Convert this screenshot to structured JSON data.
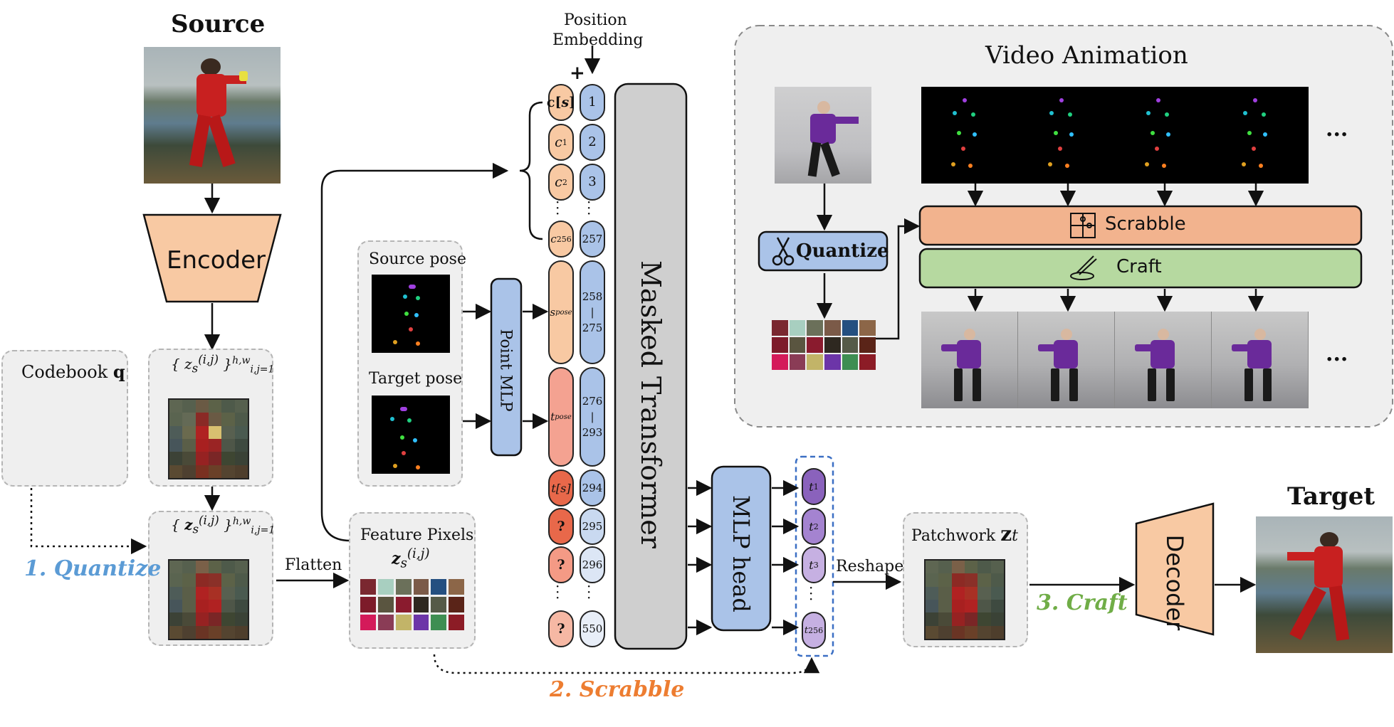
{
  "labels": {
    "source": "Source",
    "target": "Target",
    "encoder": "Encoder",
    "decoder": "Decoder",
    "codebook": "Codebook",
    "codebook_symbol": "q",
    "quantize_step": "1. Quantize",
    "scrabble_step": "2. Scrabble",
    "craft_step": "3. Craft",
    "flatten": "Flatten",
    "reshape": "Reshape",
    "feature_pixels": "Feature Pixels",
    "patchwork": "Patchwork",
    "source_pose": "Source pose",
    "target_pose": "Target pose",
    "point_mlp": "Point MLP",
    "position_embedding_1": "Position",
    "position_embedding_2": "Embedding",
    "plus": "+",
    "masked_transformer": "Masked Transformer",
    "mlp_head": "MLP head",
    "video_animation": "Video Animation",
    "quantize_button": "Quantize",
    "scrabble_button": "Scrabble",
    "craft_button": "Craft",
    "ellipsis": "..."
  },
  "tokens": {
    "content": [
      "c[s]",
      "c1",
      "c2",
      "c256"
    ],
    "pose": [
      "spose",
      "tpose"
    ],
    "target": [
      "t[s]",
      "?",
      "?",
      "?"
    ],
    "outputs": [
      "t1",
      "t2",
      "t3",
      "t256"
    ]
  },
  "positions": [
    "1",
    "2",
    "3",
    "257",
    "258 | 275",
    "276 | 293",
    "294",
    "295",
    "296",
    "550"
  ],
  "colors": {
    "content_token": "#f8c9a3",
    "pose_token_s": "#f8c9a3",
    "pose_token_t": "#f4a291",
    "target_token": "#e8684a",
    "position": "#aac3e8",
    "transformer": "#cfcfcf",
    "mlp": "#aac3e8",
    "output_token": "#9b78c8",
    "scrabble_bar": "#f2b38e",
    "craft_bar": "#b6d9a0",
    "encoder": "#f8c9a3",
    "quantize_blue": "#5b9bd5",
    "scrabble_orange": "#ed7d31",
    "craft_green": "#70ad47"
  },
  "feature_pixel_colors": [
    "#7a2830",
    "#a8cfc0",
    "#6b705a",
    "#7b5a48",
    "#244f80",
    "#8c6648",
    "#7d1b2a",
    "#5a5540",
    "#8a1b2e",
    "#2e2820",
    "#555a48",
    "#5a2418",
    "#d41a5a",
    "#8a3c56",
    "#c2b468",
    "#6c35a8",
    "#3e8e52",
    "#8c1c26"
  ],
  "icons": [
    "database-icon",
    "scissors-icon",
    "puzzle-icon",
    "brush-icon"
  ]
}
